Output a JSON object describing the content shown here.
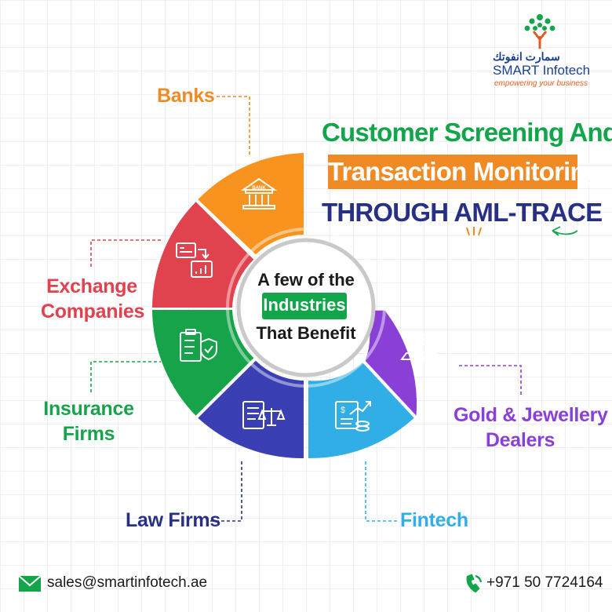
{
  "brand": {
    "arabic_name": "سمارت انفوتك",
    "name": "SMART Infotech",
    "tagline": "empowering your business"
  },
  "headline": {
    "line1": "Customer Screening And",
    "line2": "Transaction Monitoring",
    "line3": "THROUGH AML-TRACE"
  },
  "center": {
    "line1": "A few of the",
    "line2": "Industries",
    "line3": "That Benefit"
  },
  "industries": {
    "banks": "Banks",
    "exchange_line1": "Exchange",
    "exchange_line2": "Companies",
    "insurance_line1": "Insurance",
    "insurance_line2": "Firms",
    "law": "Law Firms",
    "fintech": "Fintech",
    "gold_line1": "Gold & Jewellery",
    "gold_line2": "Dealers",
    "bank_icon_text": "BANK"
  },
  "colors": {
    "banks": "#f7931e",
    "exchange": "#e0424e",
    "insurance": "#17a34a",
    "law": "#3a3fb3",
    "fintech": "#31aee6",
    "gold": "#8a3fd6",
    "navy": "#273085"
  },
  "icons": {
    "banks": "bank-building-icon",
    "exchange": "money-transfer-icon",
    "insurance": "insurance-clipboard-icon",
    "law": "law-scales-icon",
    "fintech": "fintech-chart-icon",
    "gold": "gold-diamond-icon",
    "email": "email-envelope-icon",
    "phone": "phone-icon"
  },
  "footer": {
    "email": "sales@smartinfotech.ae",
    "phone": "+971 50 7724164"
  }
}
